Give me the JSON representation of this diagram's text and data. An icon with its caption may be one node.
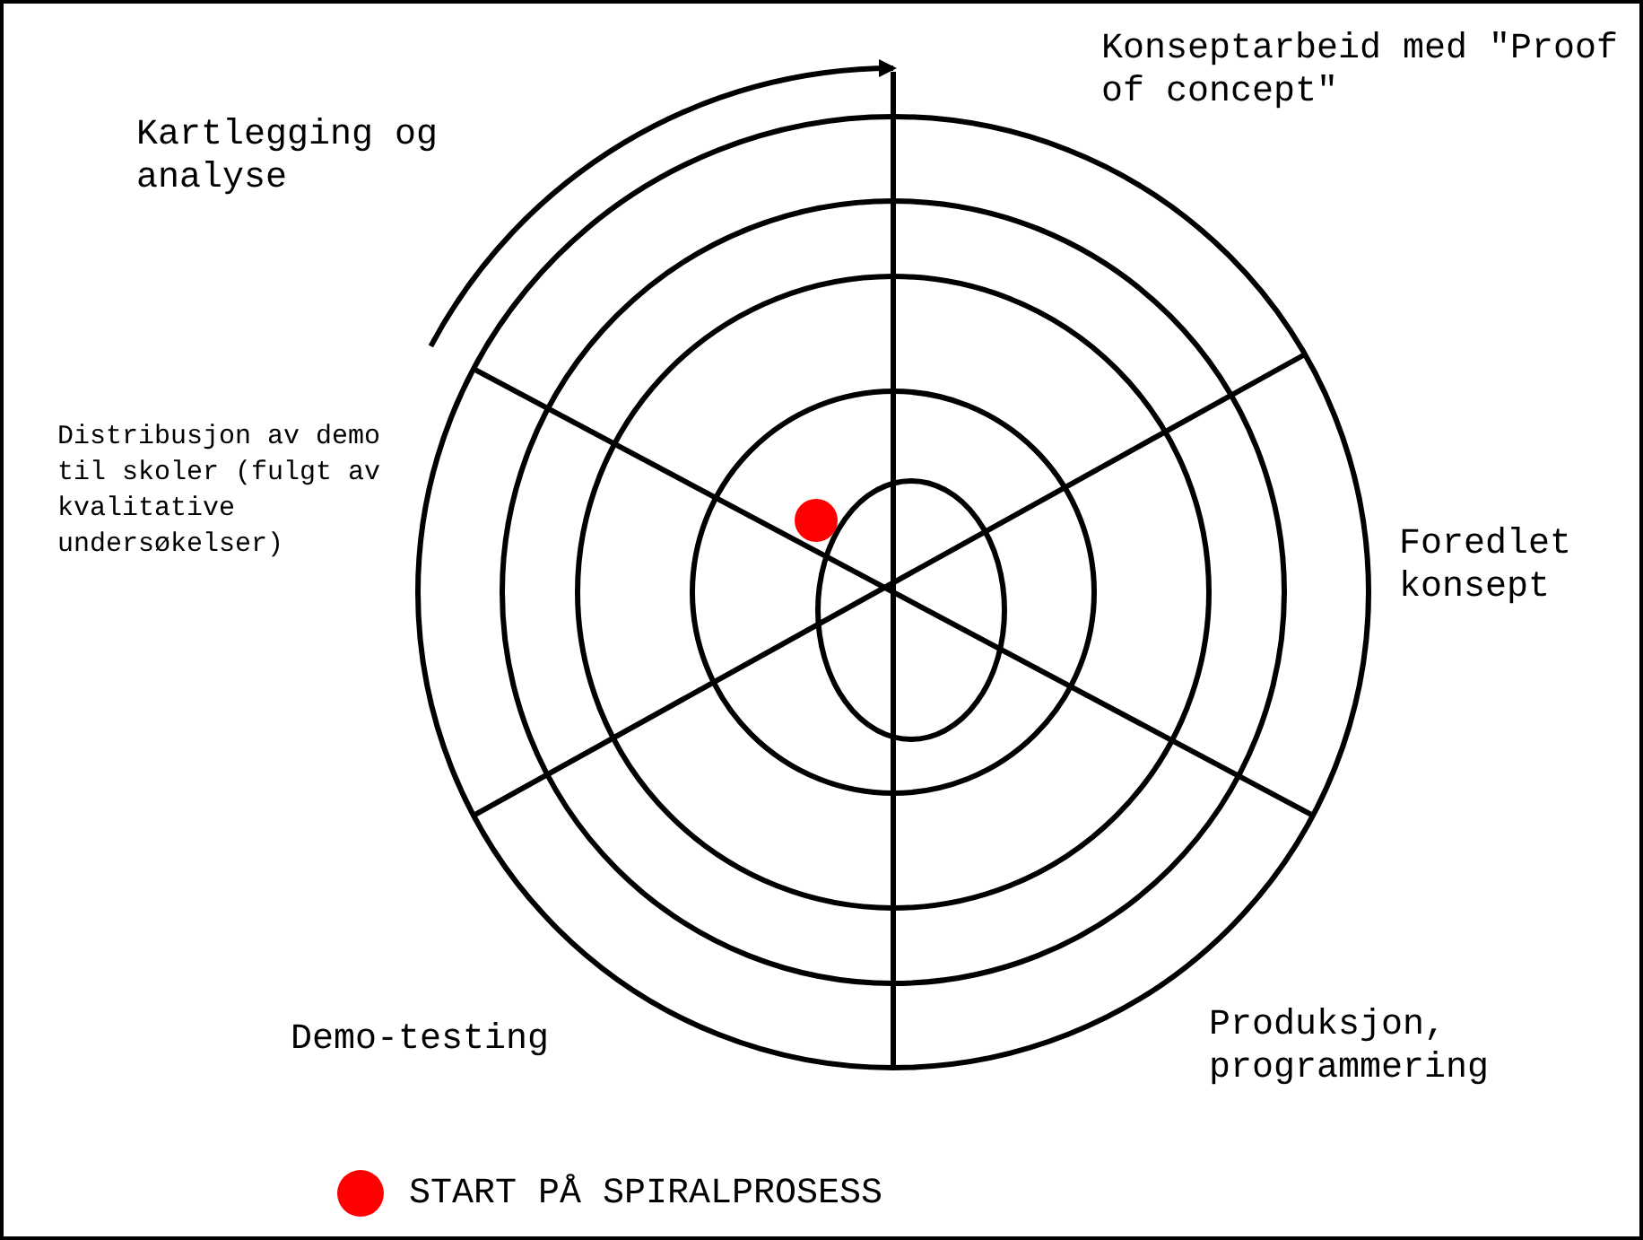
{
  "diagram": {
    "labels": [
      "Kartlegging og analyse",
      "Konseptarbeid med \"Proof of concept\"",
      "Distribusjon av demo til skoler (fulgt av kvalitative undersøkelser)",
      "Foredlet konsept",
      "Demo-testing",
      "Produksjon, programmering"
    ],
    "legend": [
      {
        "text": "START PÅ SPIRALPROSESS",
        "color": "#ff0000"
      }
    ]
  }
}
